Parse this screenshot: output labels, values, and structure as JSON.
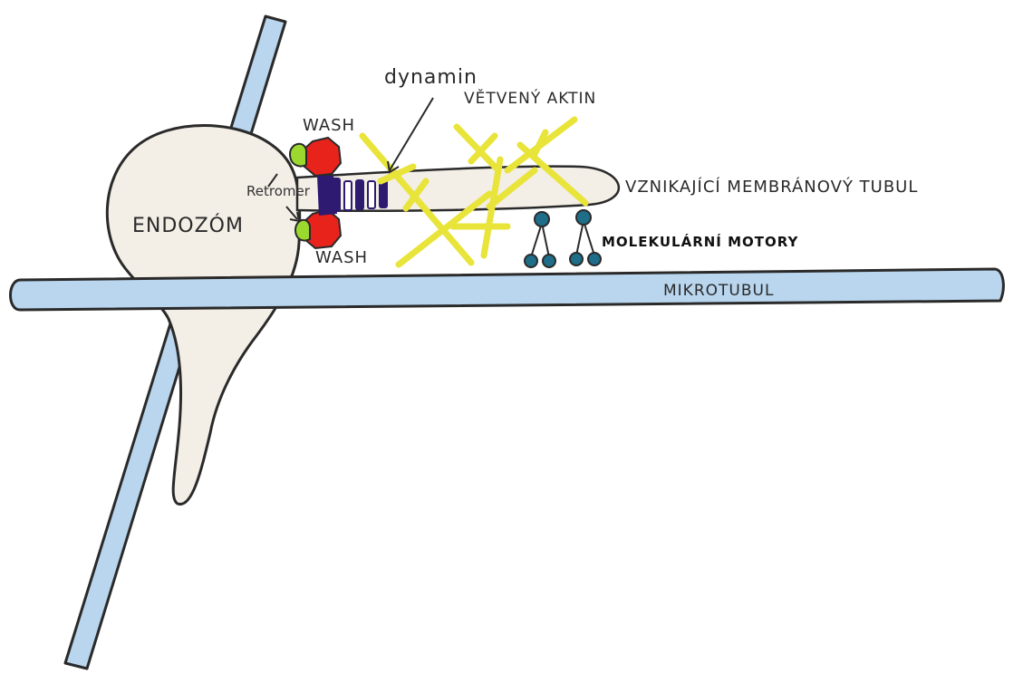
{
  "labels": {
    "endosome": "ENDOZÓM",
    "wash_top": "WASH",
    "wash_bottom": "WASH",
    "retromer": "Retromer",
    "dynamin": "dynamin",
    "branched_actin": "VĚTVENÝ AKTIN",
    "nascent_tubule": "VZNIKAJÍCÍ MEMBRÁNOVÝ TUBUL",
    "molecular_motors": "MOLEKULÁRNÍ MOTORY",
    "microtubule": "MIKROTUBUL"
  },
  "colors": {
    "microtubule_fill": "#b9d6ee",
    "microtubule_outline": "#2a2a2a",
    "endosome_fill": "#f3eee6",
    "wash_red": "#e8231b",
    "retromer_green": "#9cd92e",
    "dynamin_purple": "#2e1a70",
    "actin_yellow": "#e8e43a",
    "motor_teal": "#1e6e8a"
  }
}
